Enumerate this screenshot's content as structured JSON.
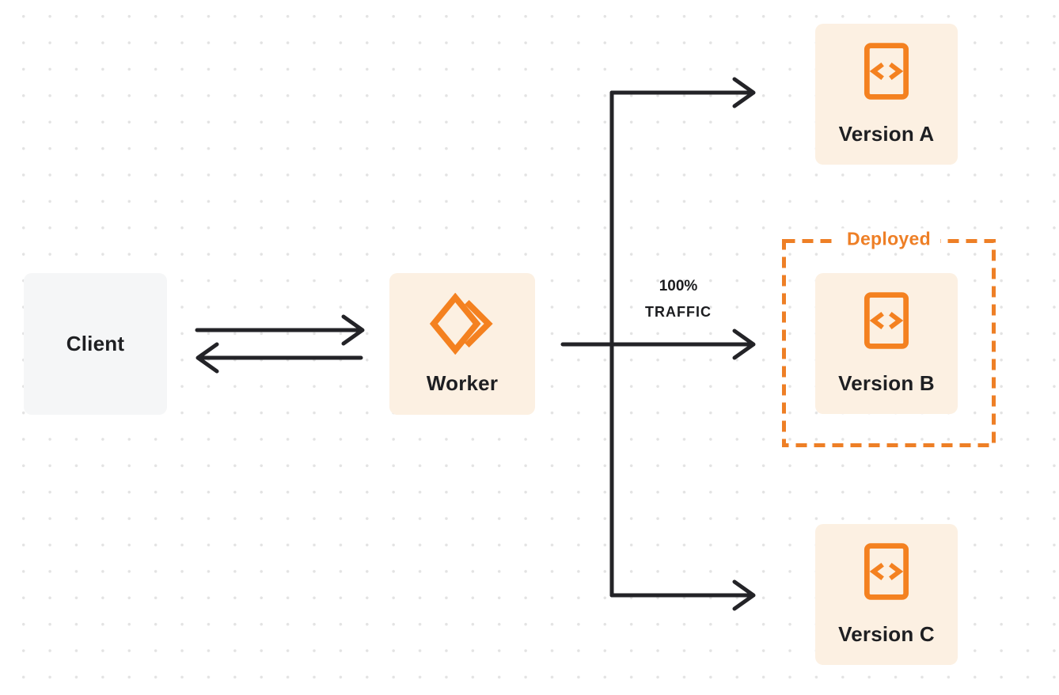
{
  "diagram": {
    "client": {
      "label": "Client"
    },
    "worker": {
      "label": "Worker"
    },
    "traffic": {
      "percent": "100%",
      "word": "TRAFFIC"
    },
    "deployed_badge": {
      "label": "Deployed"
    },
    "versions": [
      {
        "label": "Version A",
        "deployed": false
      },
      {
        "label": "Version B",
        "deployed": true
      },
      {
        "label": "Version C",
        "deployed": false
      }
    ],
    "icons": {
      "worker": "workers-logo-icon",
      "version": "code-file-icon"
    },
    "colors": {
      "accent_orange": "#F08224",
      "node_cream": "#FCF0E2",
      "node_gray": "#F5F6F7",
      "connector_dark": "#232327",
      "text_dark": "#1E1F22",
      "dot_grid": "#E3E3E3",
      "background": "#FFFFFF"
    }
  }
}
